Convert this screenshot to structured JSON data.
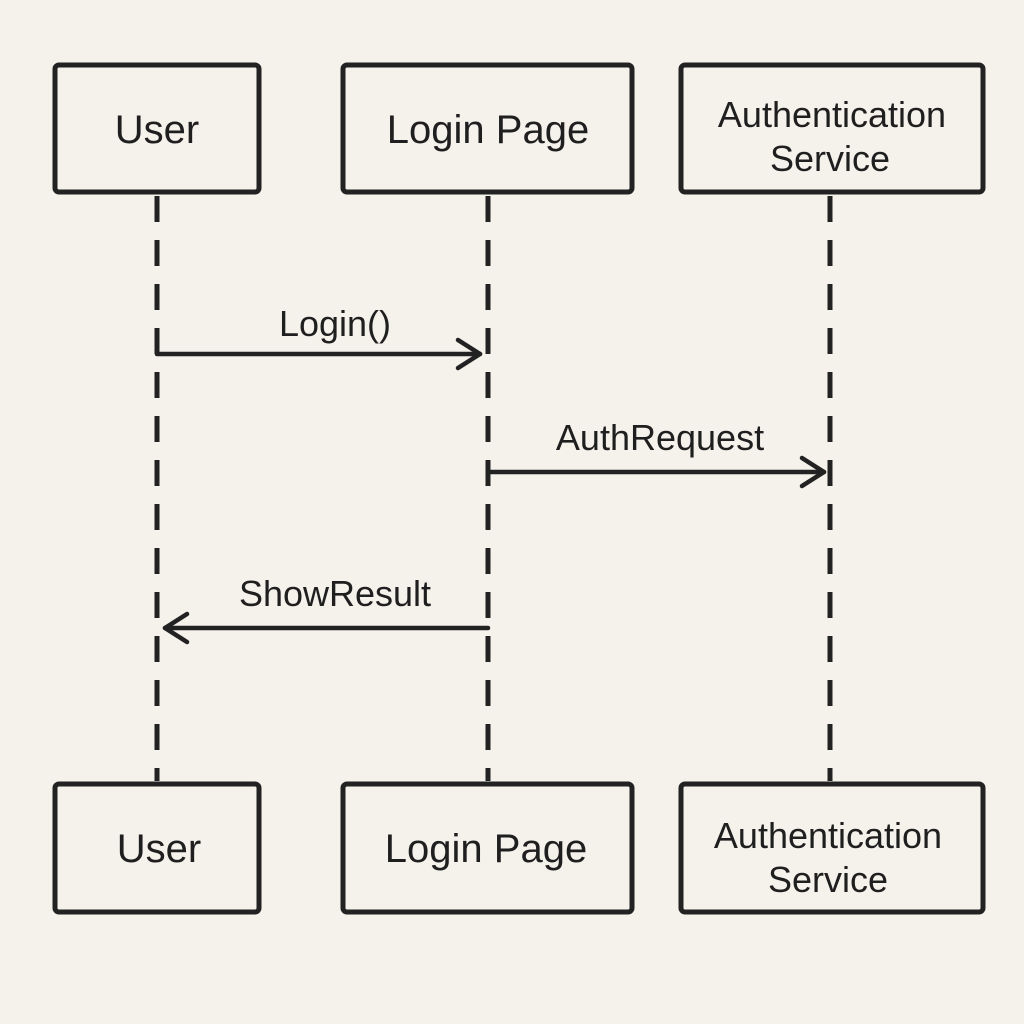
{
  "participants": {
    "user": {
      "label": "User"
    },
    "login_page": {
      "label": "Login Page"
    },
    "auth_service": {
      "label_line1": "Authentication",
      "label_line2": "Service"
    }
  },
  "messages": {
    "login": {
      "label": "Login()",
      "from": "User",
      "to": "Login Page"
    },
    "auth_request": {
      "label": "AuthRequest",
      "from": "Login Page",
      "to": "Authentication Service"
    },
    "show_result": {
      "label": "ShowResult",
      "from": "Login Page",
      "to": "User"
    }
  },
  "colors": {
    "background": "#f5f1eb",
    "stroke": "#222222"
  }
}
